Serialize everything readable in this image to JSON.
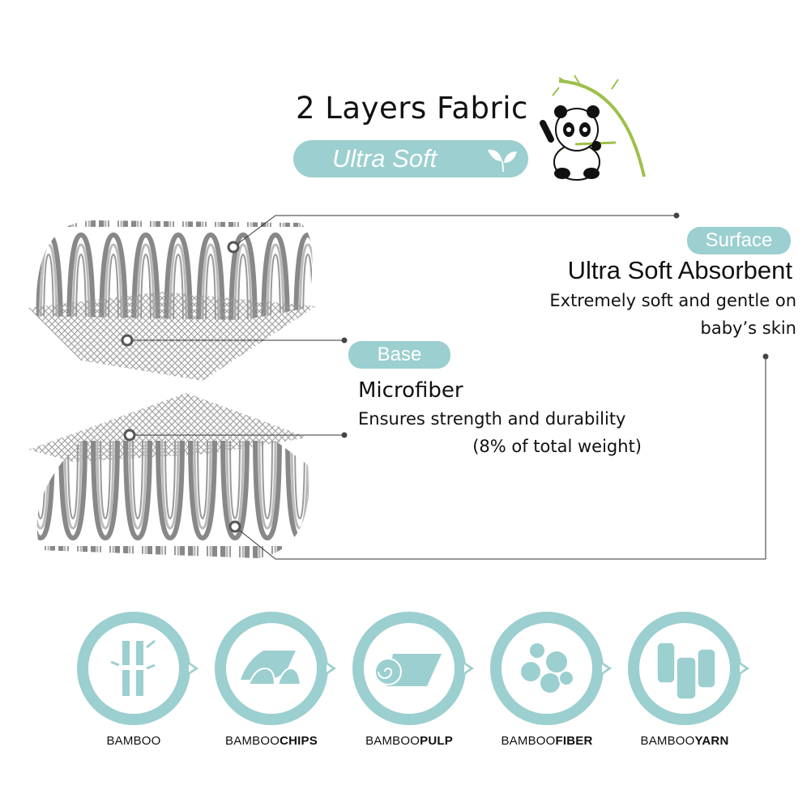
{
  "header": {
    "title": "2 Layers Fabric",
    "badge": "Ultra Soft"
  },
  "surface": {
    "tag": "Surface",
    "title": "Ultra Soft Absorbent",
    "desc_line1": "Extremely soft and gentle on",
    "desc_line2": "baby’s skin"
  },
  "base": {
    "tag": "Base",
    "title": "Microfiber",
    "desc_line1": "Ensures strength and durability",
    "desc_line2": "(8% of total weight)"
  },
  "process": [
    {
      "prefix": "BAMBOO",
      "suffix": "",
      "icon": "bamboo-icon"
    },
    {
      "prefix": "BAMBOO",
      "suffix": "CHIPS",
      "icon": "bamboo-chips-icon"
    },
    {
      "prefix": "BAMBOO",
      "suffix": "PULP",
      "icon": "bamboo-pulp-icon"
    },
    {
      "prefix": "BAMBOO",
      "suffix": "FIBER",
      "icon": "bamboo-fiber-icon"
    },
    {
      "prefix": "BAMBOO",
      "suffix": "YARN",
      "icon": "bamboo-yarn-icon"
    }
  ],
  "colors": {
    "accent": "#9ccfcf",
    "line": "#333333",
    "bamboo": "#9cc04a"
  }
}
